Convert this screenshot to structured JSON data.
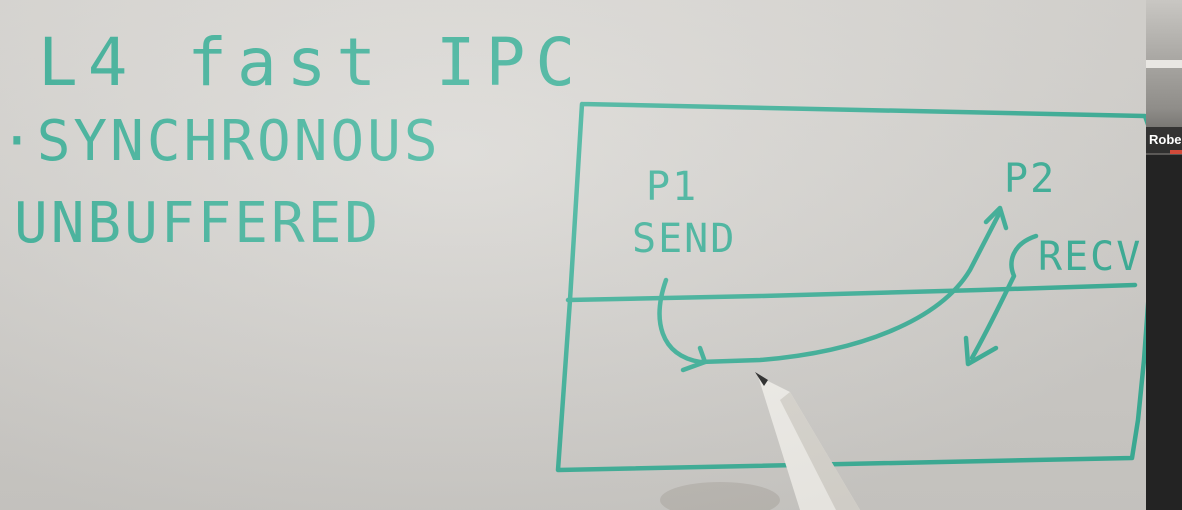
{
  "whiteboard": {
    "title": "L4 fast IPC",
    "points": [
      "·SYNCHRONOUS",
      "UNBUFFERED"
    ],
    "diagram": {
      "p1_label": "P1",
      "p1_action": "SEND",
      "p2_label": "P2",
      "p2_action": "RECV"
    },
    "ink_color": "#3eb29a"
  },
  "participant": {
    "name": "Robe"
  }
}
